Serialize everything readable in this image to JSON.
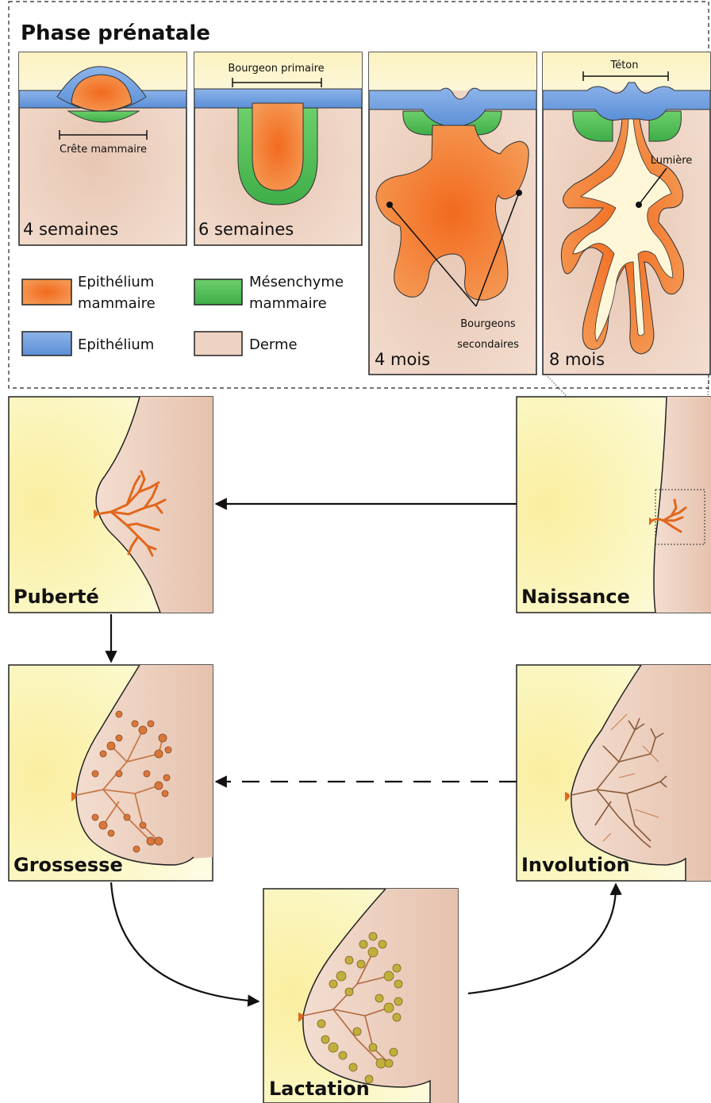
{
  "prenatal": {
    "title": "Phase prénatale",
    "panels": {
      "w4": {
        "stage": "4 semaines",
        "annotation": "Crête mammaire"
      },
      "w6": {
        "stage": "6 semaines",
        "annotation": "Bourgeon primaire"
      },
      "m4": {
        "stage": "4 mois",
        "annotation_line1": "Bourgeons",
        "annotation_line2": "secondaires"
      },
      "m8": {
        "stage": "8 mois",
        "annotation_top": "Téton",
        "annotation_lumen": "Lumière"
      }
    },
    "legend": [
      {
        "line1": "Epithélium",
        "line2": "mammaire",
        "color": "#f07a30"
      },
      {
        "line1": "Mésenchyme",
        "line2": "mammaire",
        "color": "#4fbf55"
      },
      {
        "line1": "Epithélium",
        "line2": "",
        "color": "#6f9fde"
      },
      {
        "line1": "Derme",
        "line2": "",
        "color": "#eed3c2"
      }
    ]
  },
  "stages": {
    "birth": "Naissance",
    "puberty": "Puberté",
    "pregnancy": "Grossesse",
    "involution": "Involution",
    "lactation": "Lactation"
  },
  "colors": {
    "skin": "#f0d8c8",
    "skin_dark": "#e6c0ac",
    "background_yellow": "#fbf7c4",
    "epithelium_orange": "#f07a30",
    "mesenchyme_green": "#4fbf55",
    "epithelium_blue": "#6f9fde",
    "lactation_lobule": "#b9a53a"
  }
}
